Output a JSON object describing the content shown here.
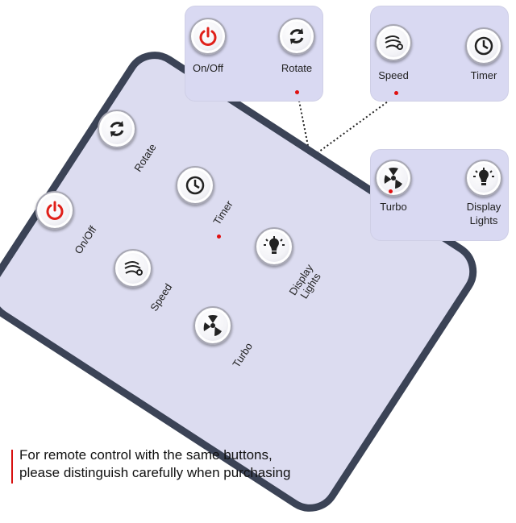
{
  "labels": {
    "on_off": "On/Off",
    "rotate": "Rotate",
    "timer": "Timer",
    "speed": "Speed",
    "turbo": "Turbo",
    "display_lights": "Display\nLights"
  },
  "panels": {
    "power_rotate": {
      "left": "On/Off",
      "right": "Rotate"
    },
    "speed_timer": {
      "left": "Speed",
      "right": "Timer"
    },
    "turbo_display": {
      "left": "Turbo",
      "right": "Display\nLights"
    }
  },
  "caption": {
    "line1": "For remote control with the same buttons,",
    "line2": "please distinguish carefully when purchasing"
  },
  "colors": {
    "accent": "#d8100f",
    "remote_body": "#dcdcf0",
    "remote_border": "#3b4356",
    "panel": "#d9d9f2"
  },
  "icons": [
    "power-icon",
    "rotate-icon",
    "timer-icon",
    "speed-icon",
    "turbo-fan-icon",
    "display-lights-icon"
  ]
}
